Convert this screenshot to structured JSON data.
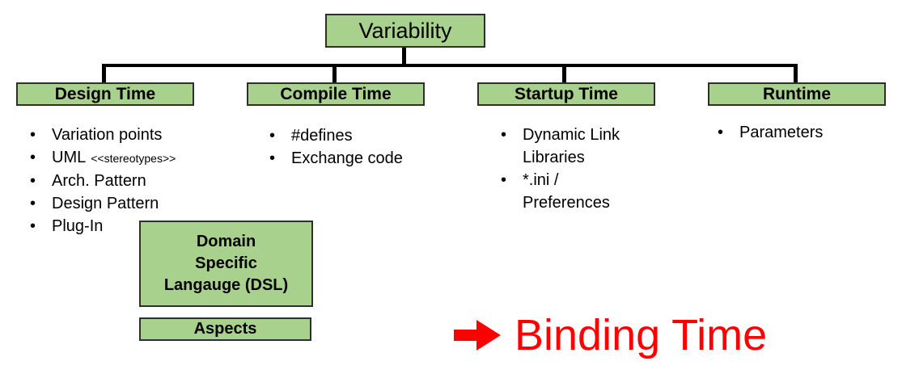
{
  "colors": {
    "box_fill": "#a9d18e",
    "box_border": "#2e2e2e",
    "connector": "#000000",
    "text": "#000000",
    "annotation_red": "#ff0000"
  },
  "root": {
    "label": "Variability"
  },
  "branches": [
    {
      "label": "Design Time",
      "items": [
        {
          "text": "Variation points"
        },
        {
          "text": "UML",
          "small": "<<stereotypes>>"
        },
        {
          "text": "Arch. Pattern"
        },
        {
          "text": "Design Pattern"
        },
        {
          "text": "Plug-In"
        }
      ]
    },
    {
      "label": "Compile Time",
      "items": [
        {
          "text": "#defines"
        },
        {
          "text": "Exchange code"
        }
      ]
    },
    {
      "label": "Startup Time",
      "items": [
        {
          "text": "Dynamic Link Libraries"
        },
        {
          "text": "*.ini / Preferences"
        }
      ]
    },
    {
      "label": "Runtime",
      "items": [
        {
          "text": "Parameters"
        }
      ]
    }
  ],
  "extra": {
    "dsl": {
      "lines": [
        "Domain",
        "Specific",
        "Langauge (DSL)"
      ]
    },
    "aspects": {
      "label": "Aspects"
    }
  },
  "annotation": {
    "arrow_icon": "right-arrow",
    "label": "Binding Time"
  }
}
